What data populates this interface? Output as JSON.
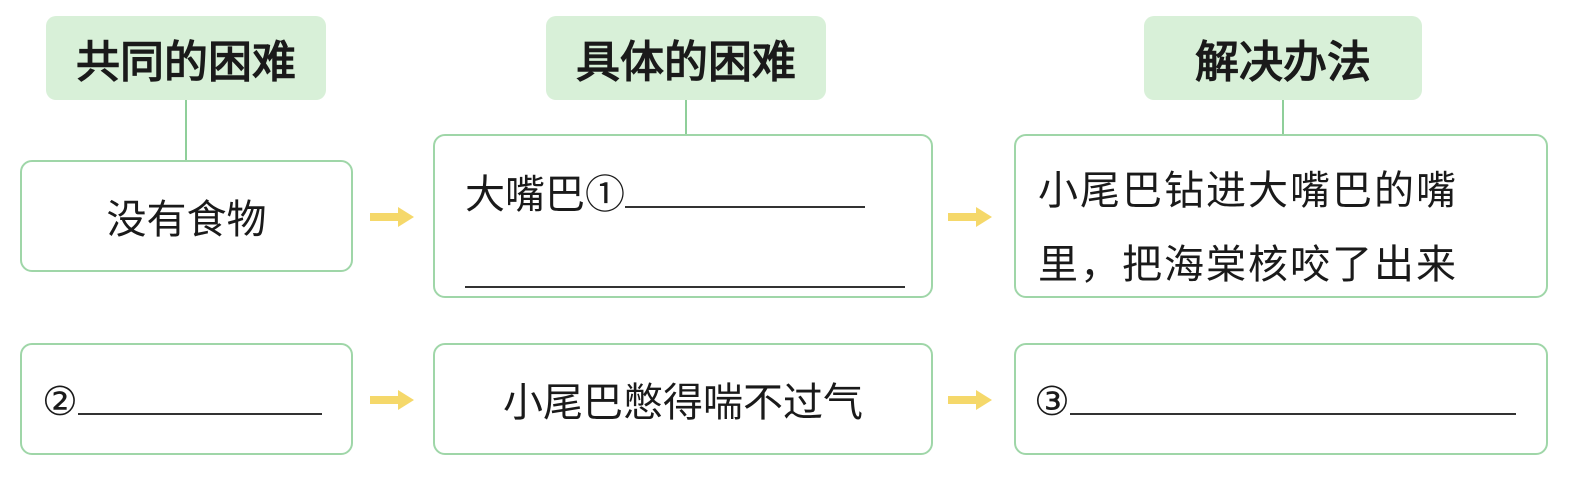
{
  "headers": {
    "common": "共同的困难",
    "specific": "具体的困难",
    "solution": "解决办法"
  },
  "rows": [
    {
      "common": "没有食物",
      "specific_prefix": "大嘴巴①",
      "solution_line1": "小尾巴钻进大嘴巴的嘴",
      "solution_line2": "里，把海棠核咬了出来"
    },
    {
      "common_marker": "②",
      "specific": "小尾巴憋得喘不过气",
      "solution_marker": "③"
    }
  ],
  "colors": {
    "header_bg": "#d8f0d8",
    "box_border": "#9fd6a8",
    "connector": "#8fcf9a",
    "arrow": "#f5d86a"
  },
  "icons": {
    "arrow": "right-arrow-icon"
  }
}
